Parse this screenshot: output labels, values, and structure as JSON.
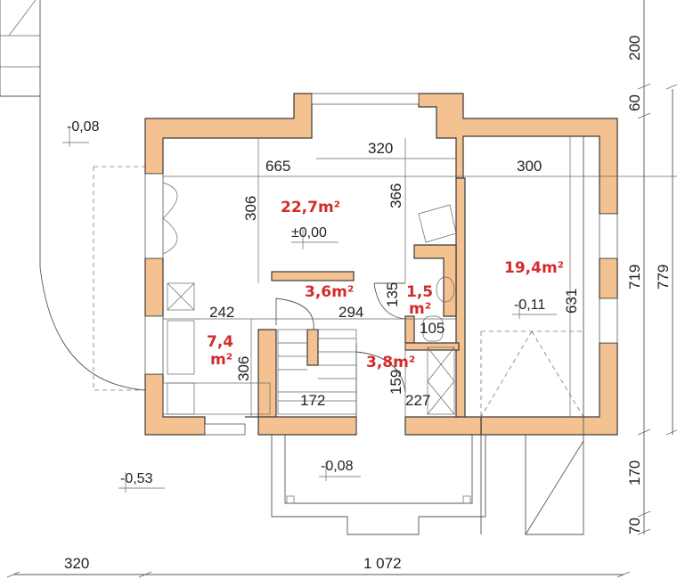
{
  "title": "Ground floor plan",
  "colors": {
    "wall": "#f4c290",
    "area_label": "#d42a2a",
    "line": "#555555"
  },
  "rooms": [
    {
      "area": "22,7m²",
      "level": "±0,00"
    },
    {
      "area": "19,4m²",
      "level": "-0,11"
    },
    {
      "area": "3,6m²"
    },
    {
      "area_value": "1,5",
      "area_unit": "m²"
    },
    {
      "area_value": "7,4",
      "area_unit": "m²"
    },
    {
      "area": "3,8m²"
    }
  ],
  "levels": {
    "terrace": "-0,08",
    "entrance": "-0,08",
    "ground": "-0,53"
  },
  "dimensions": {
    "living_width": "665",
    "living_window": "320",
    "garage_width": "300",
    "living_depth": "306",
    "living_depth_right": "366",
    "garage_depth": "631",
    "hall_width": "294",
    "kitchen_width": "242",
    "wc_depth": "135",
    "wc_width": "105",
    "kitchen_depth": "306",
    "vestibule_depth": "159",
    "stair_width": "172",
    "vestibule_width": "227",
    "right_200": "200",
    "right_60": "60",
    "right_719": "719",
    "right_779": "779",
    "right_170": "170",
    "right_70": "70",
    "bottom_320": "320",
    "bottom_1072": "1 072"
  }
}
